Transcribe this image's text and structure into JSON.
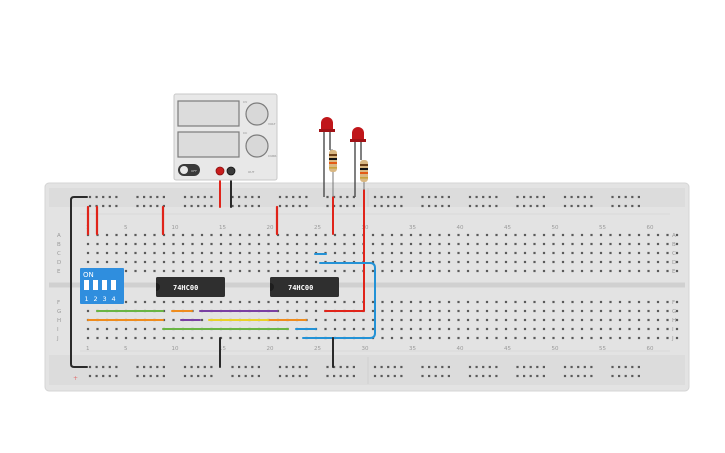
{
  "breadboard": {
    "column_numbers": [
      "1",
      "5",
      "10",
      "15",
      "20",
      "25",
      "30",
      "35",
      "40",
      "45",
      "50",
      "55",
      "60"
    ],
    "row_letters_top": [
      "A",
      "B",
      "C",
      "D",
      "E"
    ],
    "row_letters_bottom": [
      "F",
      "G",
      "H",
      "I",
      "J"
    ],
    "rail_plus_symbol": "+"
  },
  "chips": [
    {
      "label": "74HC00"
    },
    {
      "label": "74HC00"
    }
  ],
  "dip_switch": {
    "on_label": "ON",
    "numbers": [
      "1",
      "2",
      "3",
      "4"
    ]
  },
  "power_supply": {
    "small_labels": [
      "CV",
      "CC",
      "OUT",
      "VOLT",
      "CURR",
      "OFF"
    ]
  },
  "leds": [
    {
      "color": "#c0161a"
    },
    {
      "color": "#c0161a"
    }
  ],
  "colors": {
    "board": "#e4e4e4",
    "chip": "#2f2f2f",
    "dip_switch": "#2f8ede",
    "wire_red": "#e0241a",
    "wire_black": "#2a2a2a",
    "wire_blue": "#2392d6",
    "wire_green": "#6ab543",
    "wire_orange": "#ef8c1d",
    "wire_purple": "#7a3fa3",
    "wire_yellow": "#ead128"
  }
}
